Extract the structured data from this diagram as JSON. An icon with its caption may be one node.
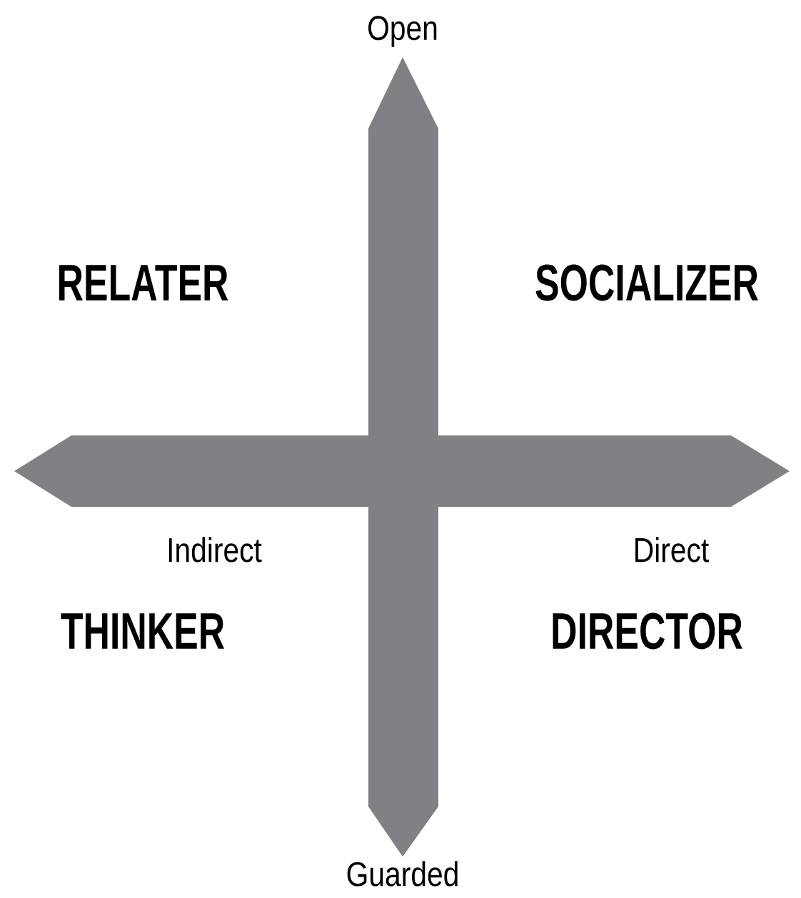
{
  "diagram": {
    "labels": [
      "Open",
      "RELATER",
      "SOCIALIZER",
      "Indirect",
      "Direct",
      "THINKER",
      "DIRECTOR",
      "Guarded"
    ]
  }
}
